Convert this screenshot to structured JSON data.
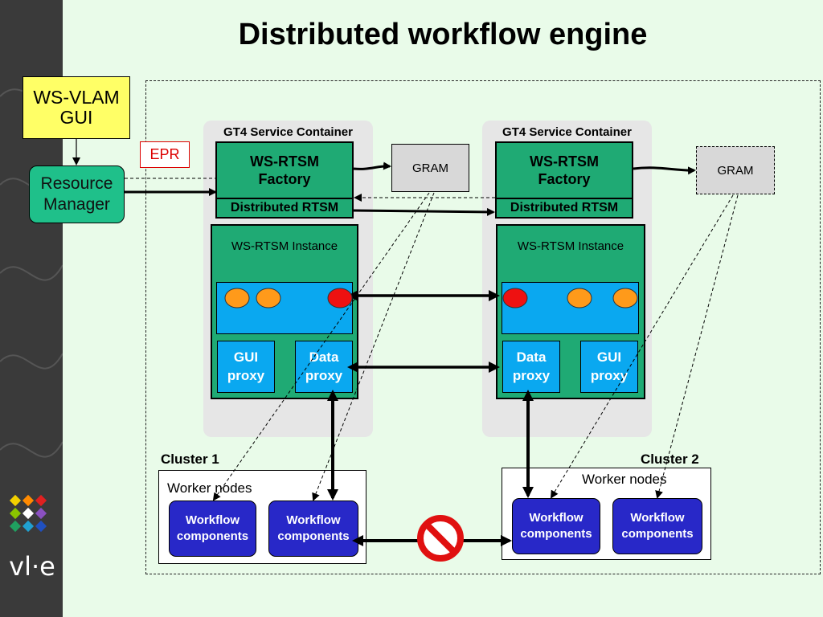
{
  "title": "Distributed workflow engine",
  "gui_box": {
    "line1": "WS-VLAM",
    "line2": "GUI"
  },
  "resource_manager": {
    "line1": "Resource",
    "line2": "Manager"
  },
  "epr_label": "EPR",
  "container1": {
    "title": "GT4 Service Container",
    "factory_line1": "WS-RTSM",
    "factory_line2": "Factory",
    "distributed": "Distributed RTSM",
    "instance_label": "WS-RTSM Instance",
    "proxy_left_line1": "GUI",
    "proxy_left_line2": "proxy",
    "proxy_right_line1": "Data",
    "proxy_right_line2": "proxy"
  },
  "container2": {
    "title": "GT4 Service Container",
    "factory_line1": "WS-RTSM",
    "factory_line2": "Factory",
    "distributed": "Distributed RTSM",
    "instance_label": "WS-RTSM Instance",
    "proxy_left_line1": "Data",
    "proxy_left_line2": "proxy",
    "proxy_right_line1": "GUI",
    "proxy_right_line2": "proxy"
  },
  "gram1": "GRAM",
  "gram2": "GRAM",
  "cluster1": {
    "label": "Cluster 1",
    "worker_label": "Worker nodes",
    "wf1_line1": "Workflow",
    "wf1_line2": "components",
    "wf2_line1": "Workflow",
    "wf2_line2": "components"
  },
  "cluster2": {
    "label": "Cluster 2",
    "worker_label": "Worker nodes",
    "wf1_line1": "Workflow",
    "wf1_line2": "components",
    "wf2_line1": "Workflow",
    "wf2_line2": "components"
  },
  "logo_text": "vl·e",
  "colors": {
    "background": "#e9fbe9",
    "container_green": "#1faa74",
    "instance_blue": "#0aa8f0",
    "workflow_blue": "#2828c8",
    "orange_node": "#ff9a1a",
    "red_node": "#ee1111",
    "gui_yellow": "#ffff66"
  },
  "icons": {
    "prohibited": "prohibited-icon",
    "logo": "vle-logo-icon"
  }
}
